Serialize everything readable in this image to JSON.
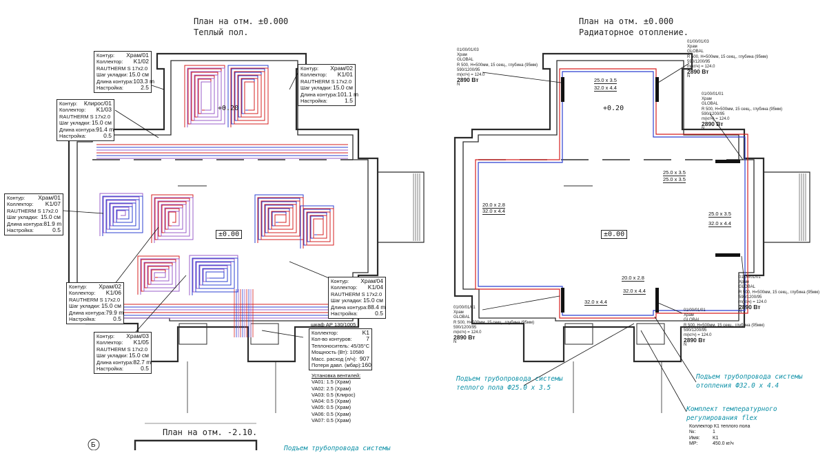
{
  "titles": {
    "left_1": "План на отм. ±0.000",
    "left_2": "Теплый пол.",
    "right_1": "План на отм. ±0.000",
    "right_2": "Радиаторное отопление.",
    "lower": "План на отм. -2.10."
  },
  "level_marks": {
    "m020_left": "+0.20",
    "m000_left": "±0.00",
    "m020_right": "+0.20",
    "m000_right": "±0.00"
  },
  "axis_mark": "Б",
  "loop_field_labels": {
    "contour": "Контур:",
    "collector": "Коллектор:",
    "pipe": "RAUTHERM S 17х2.0",
    "step": "Шаг укладки:",
    "length": "Длина контура:",
    "setting": "Настройка:"
  },
  "loops": [
    {
      "id": "hram01_top",
      "contour": "Храм/01",
      "collector": "K1/02",
      "step": "15.0 см",
      "length": "103.3 m",
      "setting": "2.5"
    },
    {
      "id": "hram02_top",
      "contour": "Храм/02",
      "collector": "K1/01",
      "step": "15.0 см",
      "length": "101.1 m",
      "setting": "1.5"
    },
    {
      "id": "klir01",
      "contour": "Клирос/01",
      "collector": "K1/03",
      "step": "15.0 см",
      "length": "91.4 m",
      "setting": "0.5"
    },
    {
      "id": "hram01_left",
      "contour": "Храм/01",
      "collector": "K1/07",
      "step": "15.0 см",
      "length": "81.9 m",
      "setting": "0.5"
    },
    {
      "id": "hram04",
      "contour": "Храм/04",
      "collector": "K1/04",
      "step": "15.0 см",
      "length": "88.4 m",
      "setting": "0.5"
    },
    {
      "id": "hram02_low",
      "contour": "Храм/02",
      "collector": "K1/06",
      "step": "15.0 см",
      "length": "79.9 m",
      "setting": "0.5"
    },
    {
      "id": "hram03",
      "contour": "Храм/03",
      "collector": "K1/05",
      "step": "15.0 см",
      "length": "82.7 m",
      "setting": "0.5"
    }
  ],
  "cabinet": {
    "title": "шкаф АР 130/1005",
    "rows": [
      {
        "label": "Коллектор:",
        "value": "K1"
      },
      {
        "label": "Кол-во контуров:",
        "value": "7"
      },
      {
        "label": "Теплоноситель: 45/35°C",
        "value": ""
      },
      {
        "label": "Мощность (Вт): 10580",
        "value": ""
      },
      {
        "label": "Масс. расход (л/ч):",
        "value": "907"
      },
      {
        "label": "Потеря давл. (мбар):",
        "value": "160"
      }
    ]
  },
  "valves": {
    "title": "Установка вентилей:",
    "items": [
      "VA01: 1.5 (Храм)",
      "VA02: 2.5 (Храм)",
      "VA03: 0.5 (Клирос)",
      "VA04: 0.5 (Храм)",
      "VA05: 0.5 (Храм)",
      "VA06: 0.5 (Храм)",
      "VA07: 0.5 (Храм)"
    ]
  },
  "radiators": [
    {
      "id": "rad_tl",
      "lines": [
        "01/00/01/03",
        "Храм",
        "GLOBAL",
        "R 500, H=500мм, 15 секц., глубина (95мм)",
        "590/1200/95",
        "m(кг/ч) =        124.0"
      ],
      "power": "2890 Вт",
      "north": "N"
    },
    {
      "id": "rad_tr1",
      "lines": [
        "01/00/01/03",
        "Храм",
        "GLOBAL",
        "R 500, H=500мм, 15 секц., глубина (95мм)",
        "590/1200/95",
        "m(кг/ч) =        124.0"
      ],
      "power": "2890 Вт",
      "north": "N"
    },
    {
      "id": "rad_tr2",
      "lines": [
        "01/00/01/01",
        "Храм",
        "GLOBAL",
        "R 500, H=500мм, 15 секц., глубина (95мм)",
        "590/1200/95",
        "m(кг/ч) =        124.0"
      ],
      "power": "2890 Вт",
      "north": "N"
    },
    {
      "id": "rad_br",
      "lines": [
        "01/00/01/01",
        "Храм",
        "GLOBAL",
        "R 500, H=500мм, 15 секц., глубина (95мм)",
        "590/1200/95",
        "m(кг/ч) =        124.0"
      ],
      "power": "2890 Вт",
      "north": "N"
    },
    {
      "id": "rad_bl",
      "lines": [
        "01/00/01/01",
        "Храм",
        "GLOBAL",
        "R 500, H=500мм, 15 секц., глубина (95мм)",
        "590/1200/95",
        "m(кг/ч) =        124.0"
      ],
      "power": "2890 Вт",
      "north": "N"
    },
    {
      "id": "rad_bm",
      "lines": [
        "01/00/01/01",
        "Храм",
        "GLOBAL",
        "R 500, H=500мм, 15 секц., глубина (95мм)",
        "590/1200/95",
        "m(кг/ч) =        124.0"
      ],
      "power": "2890 Вт",
      "north": "N"
    }
  ],
  "pipe_labels": {
    "p1": "25.0 x 3.5",
    "p2": "32.0 x 4.4",
    "p3": "25.0 x 3.5",
    "p4": "25.0 x 3.5",
    "p5": "20.0 x 2.8",
    "p6": "32.0 x 4.4",
    "p7": "25.0 x 3.5",
    "p8": "32.0 x 4.4",
    "p9": "20.0 x 2.8",
    "p10": "32.0 x 4.4",
    "p11": "32.0 x 4.4"
  },
  "annotations": {
    "riser_floor_1": "Подъем трубопровода системы",
    "riser_floor_2": "теплого пола Ф25.0 х 3.5",
    "riser_heat_1": "Подъем трубопровода системы",
    "riser_heat_2": "отопления Ф32.0 х 4.4",
    "kit_1": "Комплект температурного",
    "kit_2": "регулирования flex",
    "bottom_cut": "Подъем трубопровода системы"
  },
  "collector_kit": {
    "title": "Коллектор К1 теплого пола",
    "rows": [
      {
        "k": "№:",
        "v": "1"
      },
      {
        "k": "Имя:",
        "v": "K1"
      },
      {
        "k": "MP:",
        "v": "450.0 кг/ч"
      }
    ]
  },
  "colors": {
    "wall": "#2a2a2a",
    "supply": "#d61f1f",
    "return": "#2b3fd1",
    "violet": "#9a5cc9",
    "cyan_text": "#0a8fa6"
  }
}
